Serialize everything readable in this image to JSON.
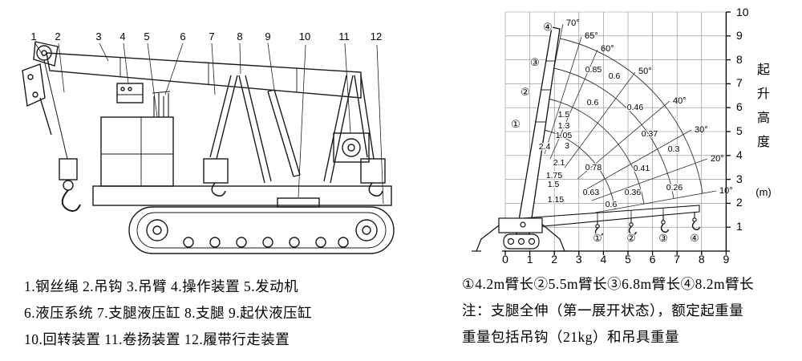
{
  "diagram": {
    "part_numbers": [
      "1",
      "2",
      "3",
      "4",
      "5",
      "6",
      "7",
      "8",
      "9",
      "10",
      "11",
      "12"
    ],
    "legend_lines": [
      "1.钢丝绳 2.吊钩 3.吊臂 4.操作装置 5.发动机",
      "6.液压系统 7.支腿液压缸 8.支腿 9.起伏液压缸",
      "10.回转装置 11.卷扬装置 12.履带行走装置"
    ]
  },
  "chart_data": {
    "type": "crane-load-working-range-chart",
    "x_axis": {
      "ticks": [
        "0",
        "1",
        "2",
        "3",
        "4",
        "5",
        "6",
        "7",
        "8",
        "9"
      ]
    },
    "y_axis": {
      "ticks": [
        "10",
        "9",
        "8",
        "7",
        "6",
        "5",
        "4",
        "3",
        "2",
        "1"
      ],
      "label_chars": [
        "起",
        "升",
        "高",
        "度"
      ],
      "unit": "(m)"
    },
    "angle_labels": [
      "70°",
      "65°",
      "60°",
      "50°",
      "40°",
      "30°",
      "20°",
      "10°"
    ],
    "boom_section_markers": [
      "④",
      "③",
      "②",
      "①"
    ],
    "ground_hook_markers": [
      "①",
      "②",
      "③",
      "④"
    ],
    "load_labels": [
      "0.85",
      "0.6",
      "0.6",
      "0.46",
      "1.5",
      "1.3",
      "1.05",
      "3",
      "2.4",
      "2.1",
      "1.75",
      "1.5",
      "1.15",
      "0.78",
      "0.63",
      "0.41",
      "0.36",
      "0.37",
      "0.3",
      "0.26",
      "0.6"
    ],
    "boom_lengths": [
      {
        "marker": "①",
        "label": "4.2m臂长"
      },
      {
        "marker": "②",
        "label": "5.5m臂长"
      },
      {
        "marker": "③",
        "label": "6.8m臂长"
      },
      {
        "marker": "④",
        "label": "8.2m臂长"
      }
    ]
  },
  "notes": {
    "boom_length_line": "①4.2m臂长②5.5m臂长③6.8m臂长④8.2m臂长",
    "note_line_1": "注：支腿全伸（第一展开状态），额定起重量",
    "note_line_2": "重量包括吊钩（21kg）和吊具重量"
  }
}
